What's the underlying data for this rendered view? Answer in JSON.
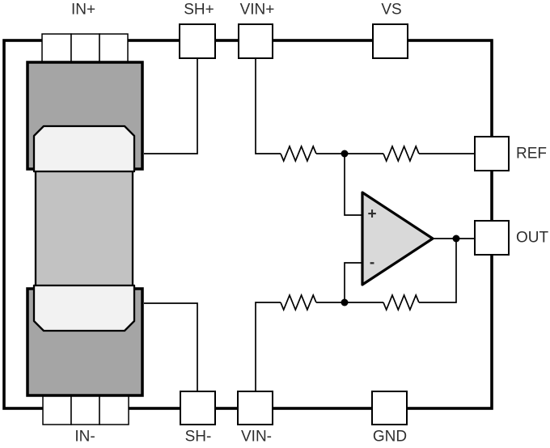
{
  "figure": {
    "kind": "current-sense-amplifier functional block diagram with integrated shunt resistor",
    "pins": {
      "in_plus": "IN+",
      "sh_plus": "SH+",
      "vin_plus": "VIN+",
      "vs": "VS",
      "ref": "REF",
      "out": "OUT",
      "in_minus": "IN-",
      "sh_minus": "SH-",
      "vin_minus": "VIN-",
      "gnd": "GND"
    },
    "opamp": {
      "noninverting_sign": "+",
      "inverting_sign": "-"
    },
    "colors": {
      "background": "#ffffff",
      "line": "#000000",
      "label": "#2e2e2e",
      "box": "#ffffff",
      "term": "#a5a5a5",
      "element": "#c2c2c2",
      "pad": "#f2f2f2",
      "opamp": "#d9d9d9"
    }
  }
}
